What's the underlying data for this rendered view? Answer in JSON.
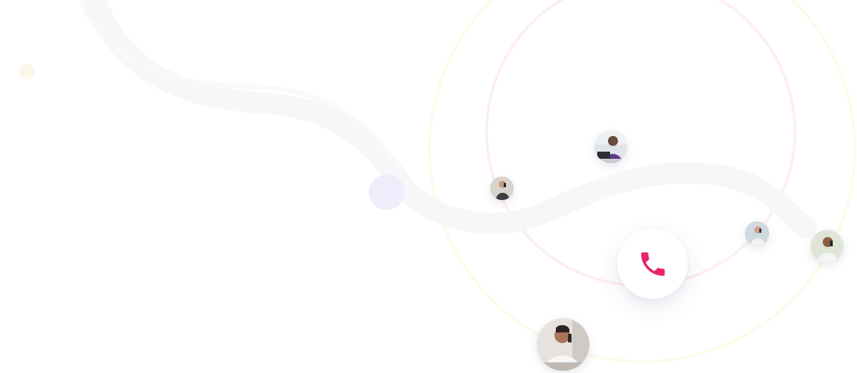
{
  "colors": {
    "accent": "#e8246e",
    "ring_pink": "#fdeef3",
    "ring_yellow": "#fcfbea",
    "wave": "#f6f5f8",
    "dot_purple": "#efedfb",
    "dot_yellow": "#fbf8e8"
  },
  "call_button": {
    "icon": "phone-icon"
  },
  "avatars": [
    {
      "id": "person-1",
      "icon": "person-at-laptop-icon"
    },
    {
      "id": "person-2",
      "icon": "person-on-phone-icon"
    },
    {
      "id": "person-3",
      "icon": "person-on-phone-icon"
    },
    {
      "id": "person-4",
      "icon": "person-on-phone-icon"
    },
    {
      "id": "person-5",
      "icon": "person-on-phone-icon"
    }
  ]
}
